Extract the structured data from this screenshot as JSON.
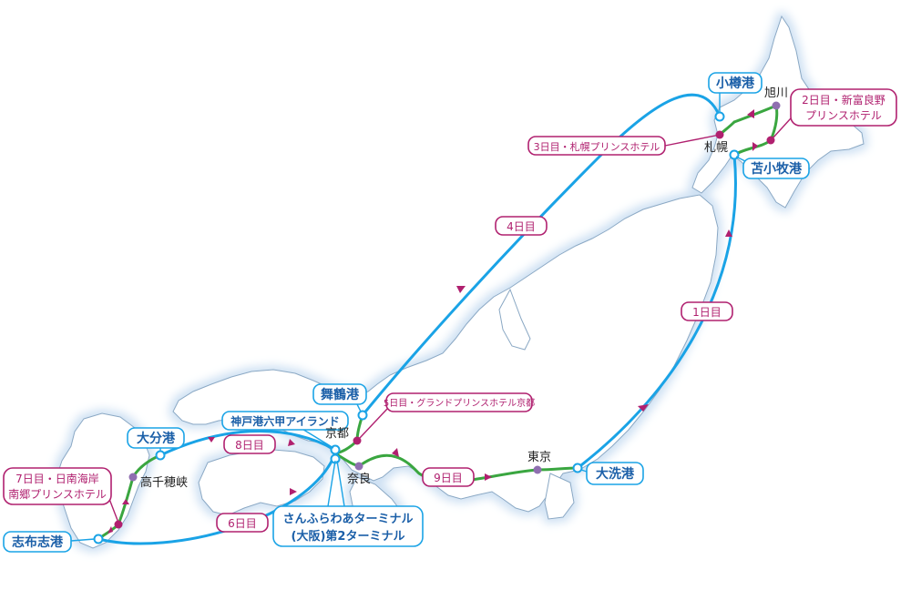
{
  "colors": {
    "sea_route": "#1aa3e6",
    "land_route": "#4caf50",
    "hotel": "#b0206f",
    "port_text": "#1b5fa8",
    "land_fill": "#ffffff",
    "land_edge": "#8aa8c4",
    "glow": "#d7e7f6",
    "point": "#8f6fb0"
  },
  "ports": {
    "otaru": "小樽港",
    "tomakomai": "苫小牧港",
    "maizuru": "舞鶴港",
    "kobe": "神戸港六甲アイランド",
    "oita": "大分港",
    "shibushi": "志布志港",
    "oarai": "大洗港",
    "osaka_line1": "さんふらわあターミナル",
    "osaka_line2": "(大阪)第2ターミナル"
  },
  "cities": {
    "asahikawa": "旭川",
    "sapporo": "札幌",
    "kyoto": "京都",
    "nara": "奈良",
    "tokyo": "東京",
    "takachiho": "高千穂峡"
  },
  "hotels": {
    "day2_line1": "2日目・新富良野",
    "day2_line2": "プリンスホテル",
    "day3": "3日目・札幌プリンスホテル",
    "day5": "5日目・グランドプリンスホテル京都",
    "day7_line1": "7日目・日南海岸",
    "day7_line2": "南郷プリンスホテル"
  },
  "days": {
    "day1": "1日目",
    "day4": "4日目",
    "day6": "6日目",
    "day8": "8日目",
    "day9": "9日目"
  }
}
